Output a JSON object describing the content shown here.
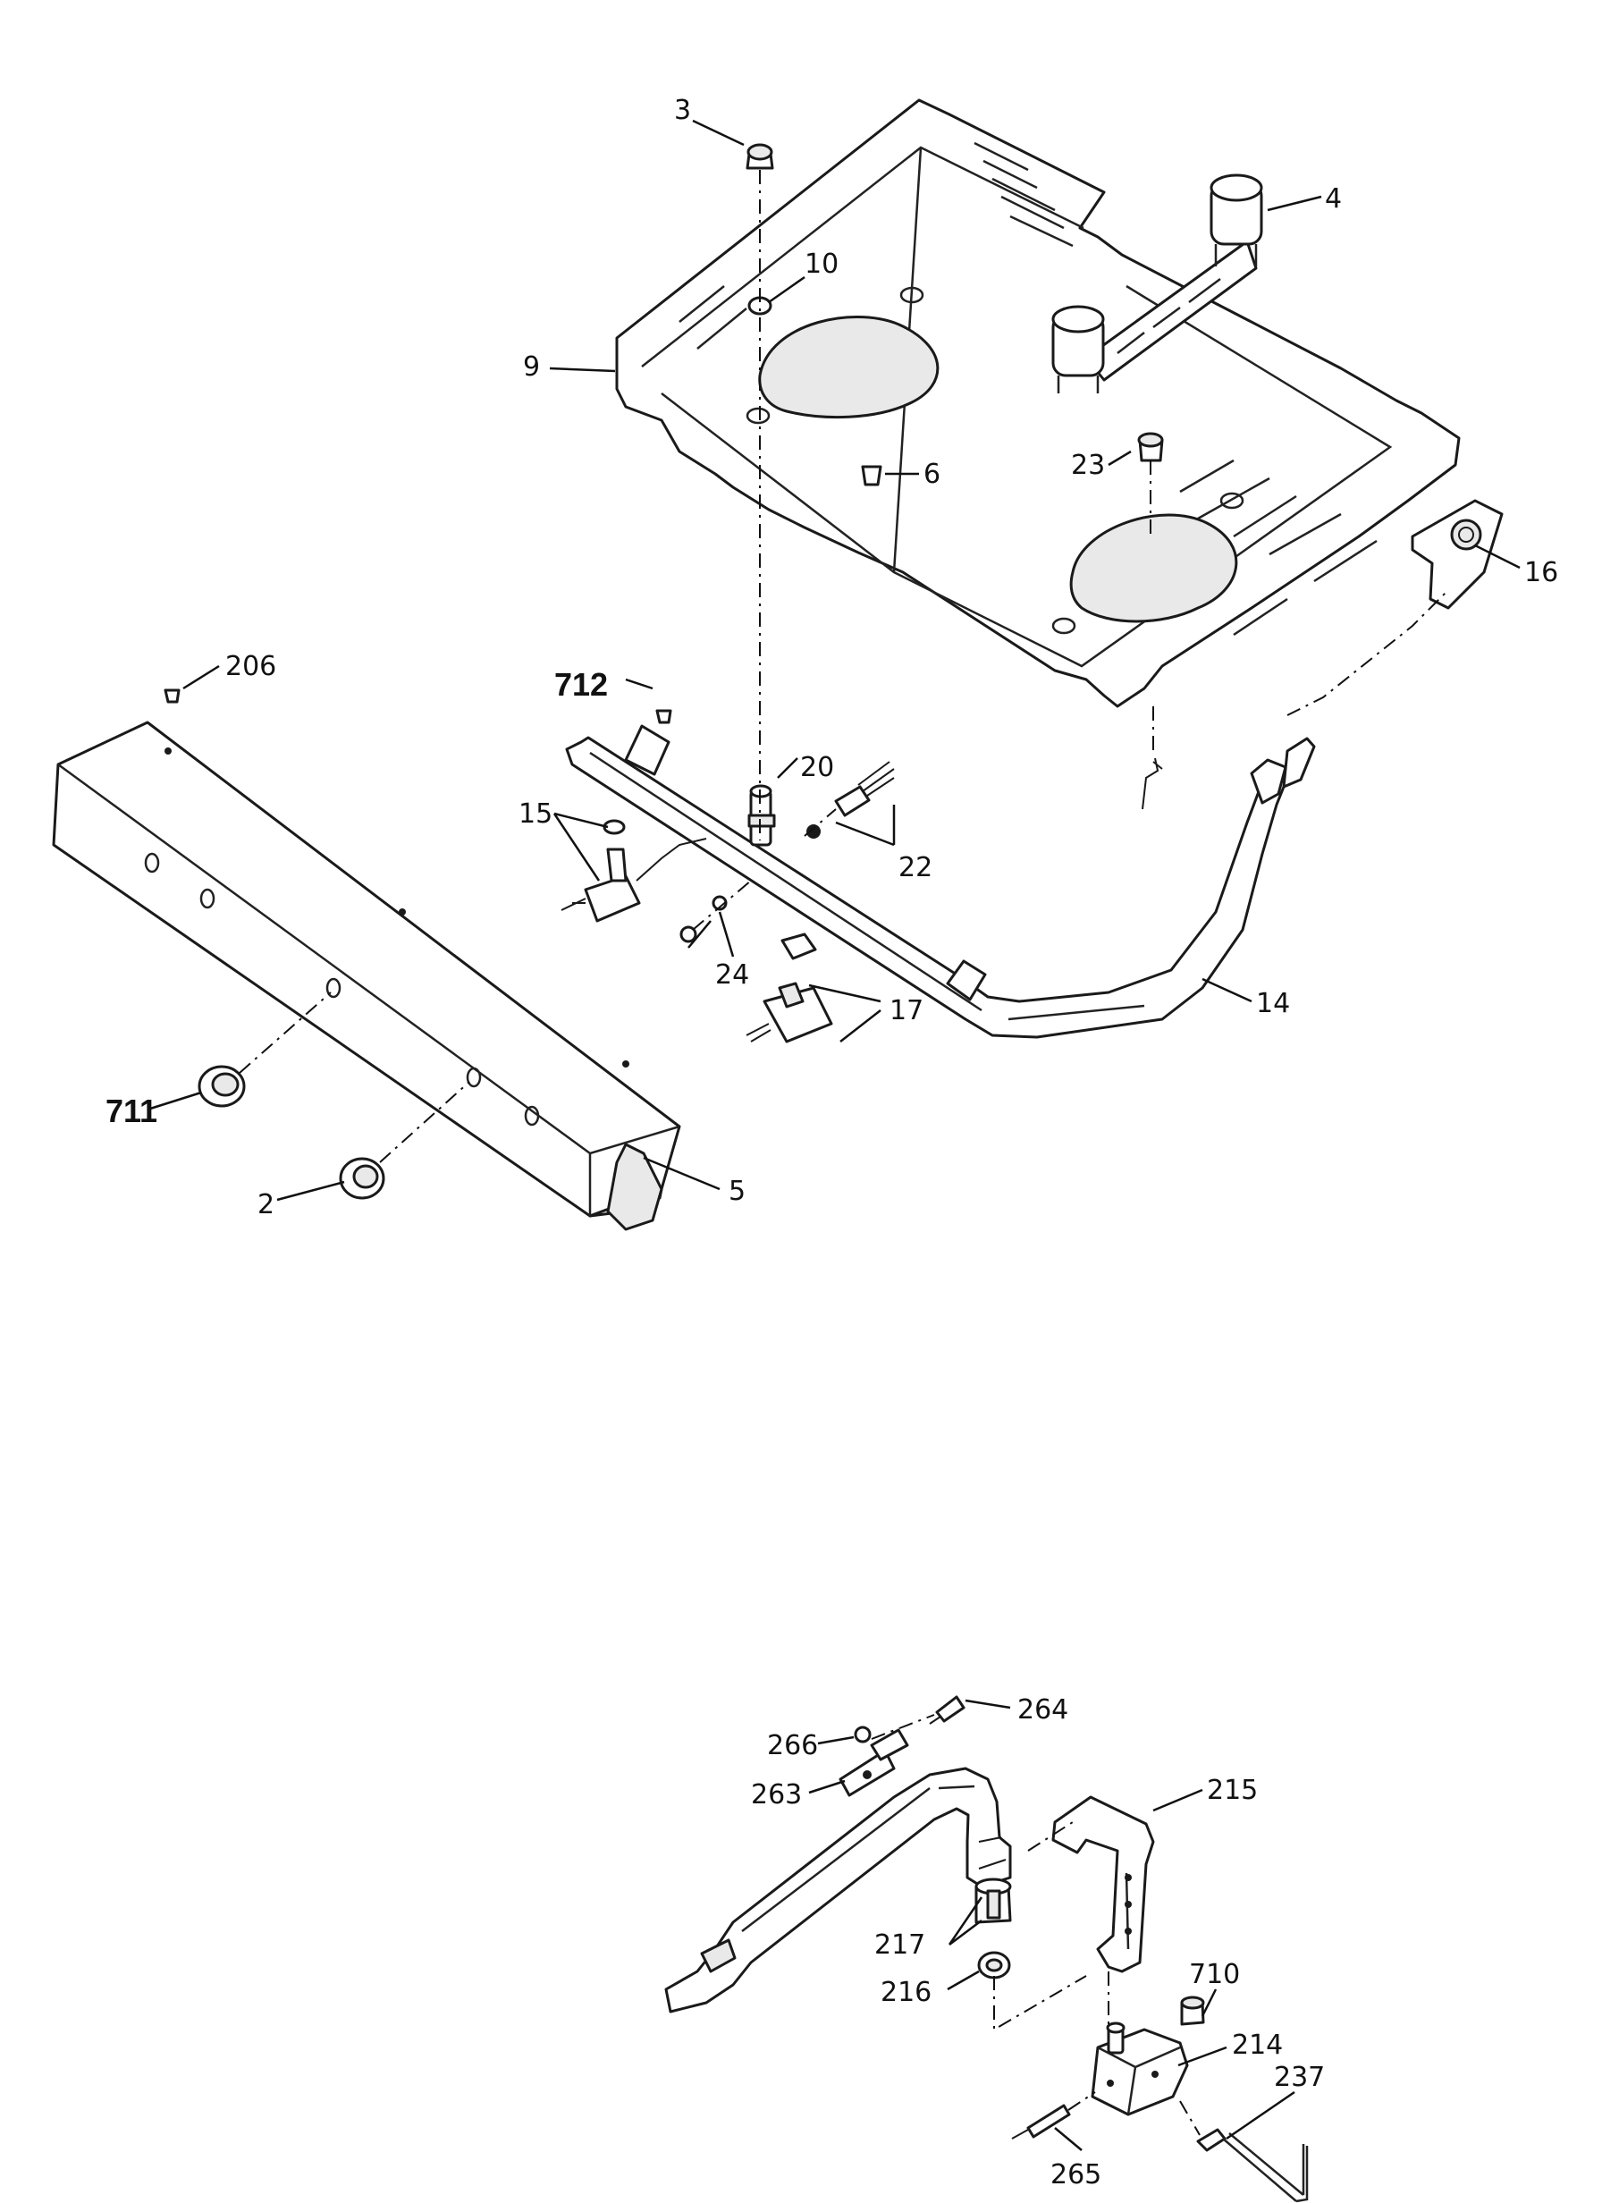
{
  "labels": {
    "p3": "3",
    "p4": "4",
    "p10": "10",
    "p9": "9",
    "p6": "6",
    "p23": "23",
    "p16": "16",
    "p206": "206",
    "p712": "712",
    "p20": "20",
    "p15": "15",
    "p22": "22",
    "p24": "24",
    "p17": "17",
    "p14": "14",
    "p711": "711",
    "p2": "2",
    "p5": "5",
    "p264": "264",
    "p266": "266",
    "p263": "263",
    "p215": "215",
    "p217": "217",
    "p216": "216",
    "p710": "710",
    "p214": "214",
    "p237": "237",
    "p265": "265"
  }
}
